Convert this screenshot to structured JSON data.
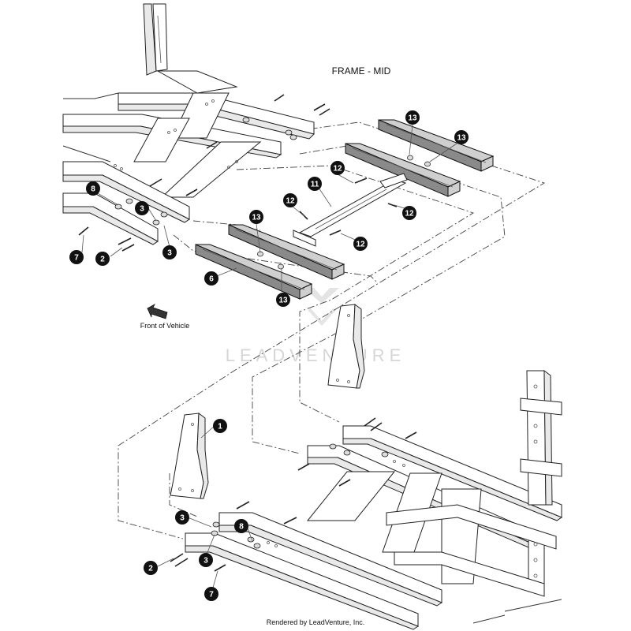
{
  "title": "FRAME - MID",
  "front_label": "Front of Vehicle",
  "watermark": "LEADVENTURE",
  "footer": "Rendered by LeadVenture, Inc.",
  "callouts": [
    "13",
    "13",
    "12",
    "11",
    "12",
    "12",
    "12",
    "8",
    "3",
    "3",
    "13",
    "2",
    "7",
    "6",
    "13",
    "1",
    "3",
    "8",
    "3",
    "2",
    "7"
  ],
  "colors": {
    "callout_fill": "#111111",
    "callout_text": "#ffffff",
    "line": "#222222"
  }
}
